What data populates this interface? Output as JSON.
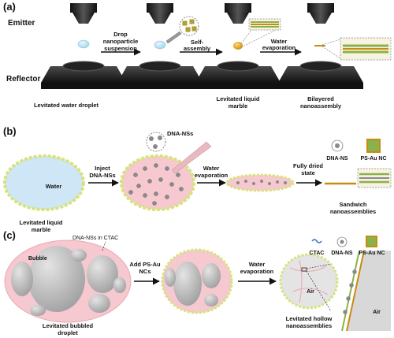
{
  "panel_a": {
    "letter": "(a)",
    "emitter": "Emitter",
    "reflector": "Reflector",
    "arrow1": [
      "Drop",
      "nanoparticle",
      "suspension"
    ],
    "arrow2": [
      "Self-",
      "assembly"
    ],
    "arrow3": [
      "Water",
      "evaporation"
    ],
    "caption1": "Levitated water droplet",
    "caption3": [
      "Levitated liquid",
      "marble"
    ],
    "caption4": [
      "Bilayered",
      "nanoassembly"
    ]
  },
  "panel_b": {
    "letter": "(b)",
    "water": "Water",
    "dna_label": "DNA-NSs",
    "arrow1": [
      "Inject",
      "DNA-NSs"
    ],
    "arrow2": [
      "Water",
      "evaporation"
    ],
    "arrow3": [
      "Fully dried",
      "state"
    ],
    "legend_dna": "DNA-NS",
    "legend_ps": "PS-Au NC",
    "caption1": [
      "Levitated liquid",
      "marble"
    ],
    "caption2": [
      "Sandwich",
      "nanoassemblies"
    ]
  },
  "panel_c": {
    "letter": "(c)",
    "callout": "DNA-NSs in CTAC",
    "bubble": "Bubble",
    "arrow1": [
      "Add PS-Au",
      "NCs"
    ],
    "arrow2": [
      "Water",
      "evaporation"
    ],
    "legend_ctac": "CTAC",
    "legend_dna": "DNA-NS",
    "legend_ps": "PS-Au NC",
    "air1": "Air",
    "air2": "Air",
    "caption1": [
      "Levitated bubbled",
      "droplet"
    ],
    "caption2": [
      "Levitated hollow",
      "nanoassemblies"
    ]
  },
  "colors": {
    "stage": "#2b2b2b",
    "droplet": "#bfe3f2",
    "marble_pink": "#f6c8cf",
    "shell_green": "#d6e37a",
    "gold": "#e0a82e",
    "bubble_gray": "#c4c4c4"
  }
}
